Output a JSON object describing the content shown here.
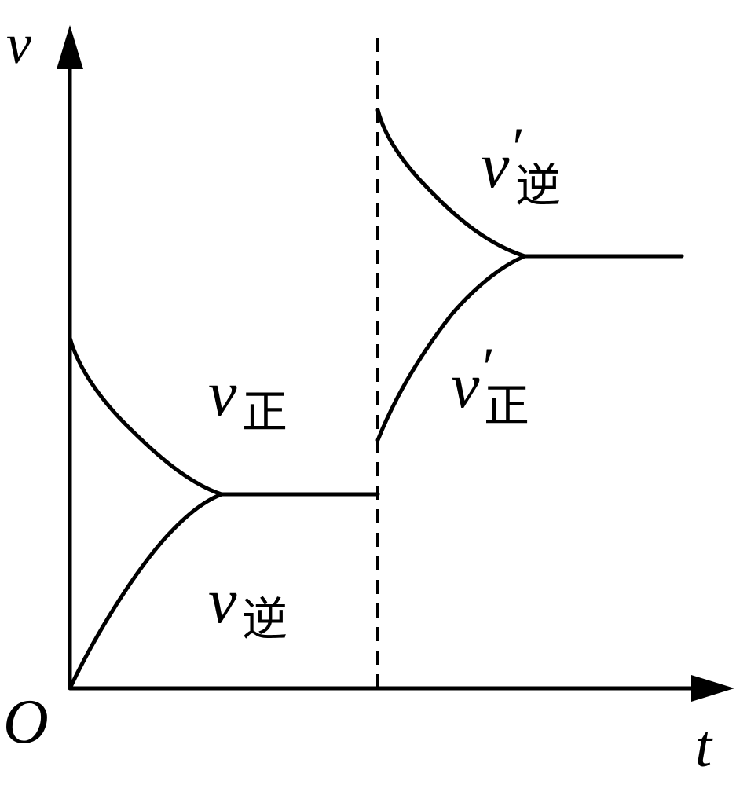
{
  "axes": {
    "y_label": "v",
    "x_label": "t",
    "origin_label": "O"
  },
  "curves": {
    "forward_before": {
      "symbol": "v",
      "subscript": "正",
      "prime": ""
    },
    "reverse_before": {
      "symbol": "v",
      "subscript": "逆",
      "prime": ""
    },
    "reverse_after": {
      "symbol": "v",
      "subscript": "逆",
      "prime": "′"
    },
    "forward_after": {
      "symbol": "v",
      "subscript": "正",
      "prime": "′"
    }
  },
  "style": {
    "line_color": "#000000",
    "background": "#ffffff"
  }
}
